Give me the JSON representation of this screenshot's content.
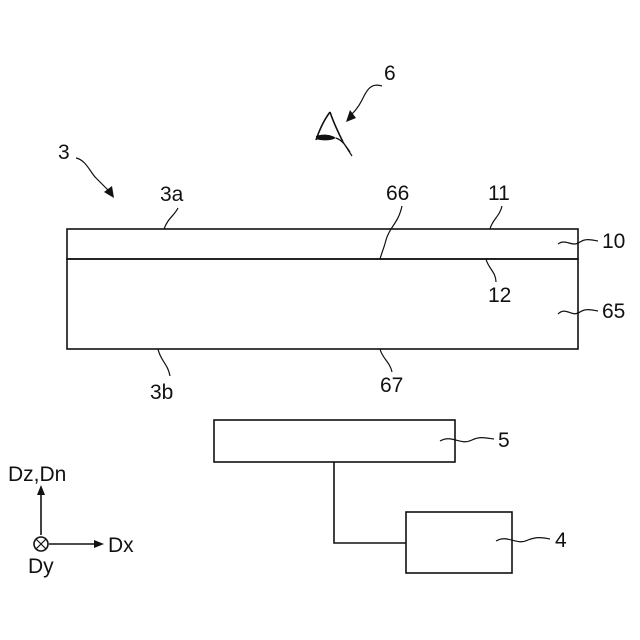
{
  "labels": {
    "device": "3",
    "viewer": "6",
    "top_surface": "3a",
    "bottom_surface": "3b",
    "interface": "66",
    "bottom_face": "67",
    "upper_face": "11",
    "lower_face": "12",
    "top_layer": "10",
    "base_layer": "65",
    "driver": "5",
    "controller": "4"
  },
  "axes": {
    "vertical": "Dz,Dn",
    "horizontal": "Dx",
    "depth": "Dy"
  }
}
